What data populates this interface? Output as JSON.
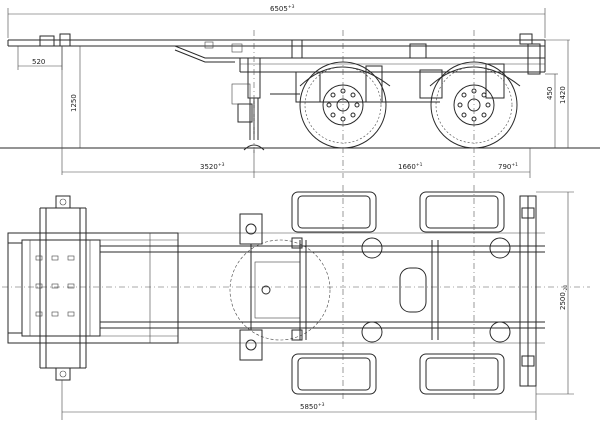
{
  "dimensions": {
    "overall_length": {
      "base": "6505",
      "tol_hi": "+3",
      "tol_lo": "-5"
    },
    "front_overhang": {
      "base": "520"
    },
    "fifth_wheel_height": {
      "base": "1250"
    },
    "kingpin_to_axle": {
      "base": "3520",
      "tol_hi": "+3",
      "tol_lo": "-5"
    },
    "axle_spacing": {
      "base": "1660",
      "tol_hi": "+1",
      "tol_lo": "-1"
    },
    "rear_overhang": {
      "base": "790",
      "tol_hi": "+1",
      "tol_lo": "-1"
    },
    "rear_height_small": {
      "base": "450"
    },
    "rear_height": {
      "base": "1420"
    },
    "plan_length": {
      "base": "5850",
      "tol_hi": "+3",
      "tol_lo": "-5"
    },
    "plan_width": {
      "base": "2500",
      "tol_hi": "-20",
      "tol_lo": ""
    }
  }
}
